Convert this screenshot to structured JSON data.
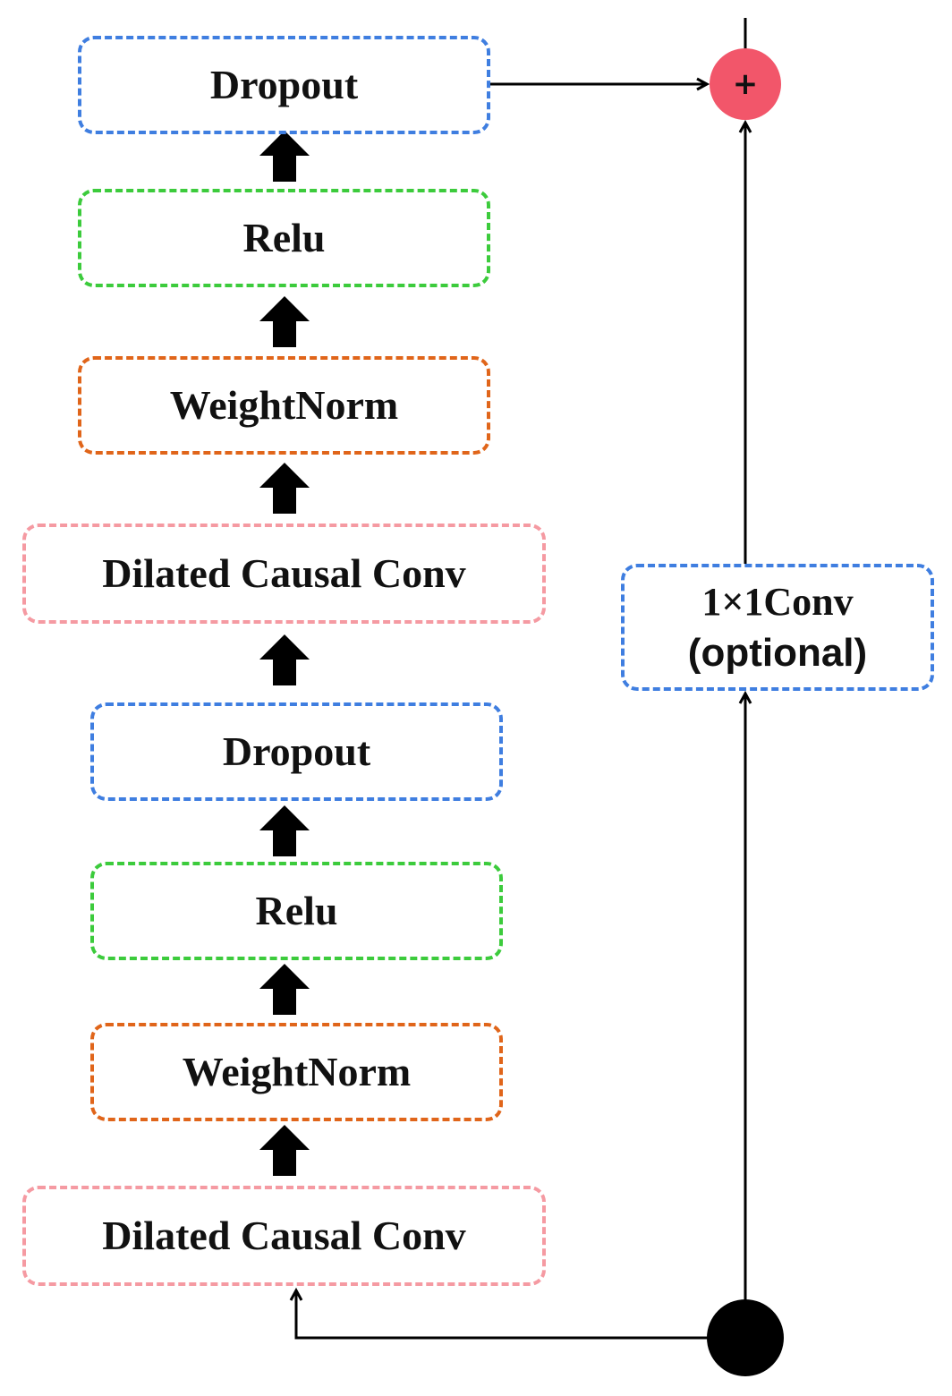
{
  "colors": {
    "blue": "#3f7ee0",
    "green": "#3ccb3c",
    "orange": "#e0651a",
    "pink": "#f59aa2",
    "adder_fill": "#f2566a",
    "line": "#000000",
    "input_node": "#000000"
  },
  "blocks": [
    {
      "id": "dropout-top",
      "label": "Dropout",
      "color": "blue"
    },
    {
      "id": "relu-top",
      "label": "Relu",
      "color": "green"
    },
    {
      "id": "weightnorm-top",
      "label": "WeightNorm",
      "color": "orange"
    },
    {
      "id": "dilated-conv-top",
      "label": "Dilated Causal Conv",
      "color": "pink"
    },
    {
      "id": "dropout-bottom",
      "label": "Dropout",
      "color": "blue"
    },
    {
      "id": "relu-bottom",
      "label": "Relu",
      "color": "green"
    },
    {
      "id": "weightnorm-bottom",
      "label": "WeightNorm",
      "color": "orange"
    },
    {
      "id": "dilated-conv-bottom",
      "label": "Dilated Causal Conv",
      "color": "pink"
    }
  ],
  "residual": {
    "conv_line1": "1×1Conv",
    "conv_line2": "(optional)",
    "adder_symbol": "+"
  },
  "icons": {
    "block_arrow": "thick-up-arrow-icon",
    "adder": "plus-circle-icon",
    "input": "filled-circle-icon"
  }
}
